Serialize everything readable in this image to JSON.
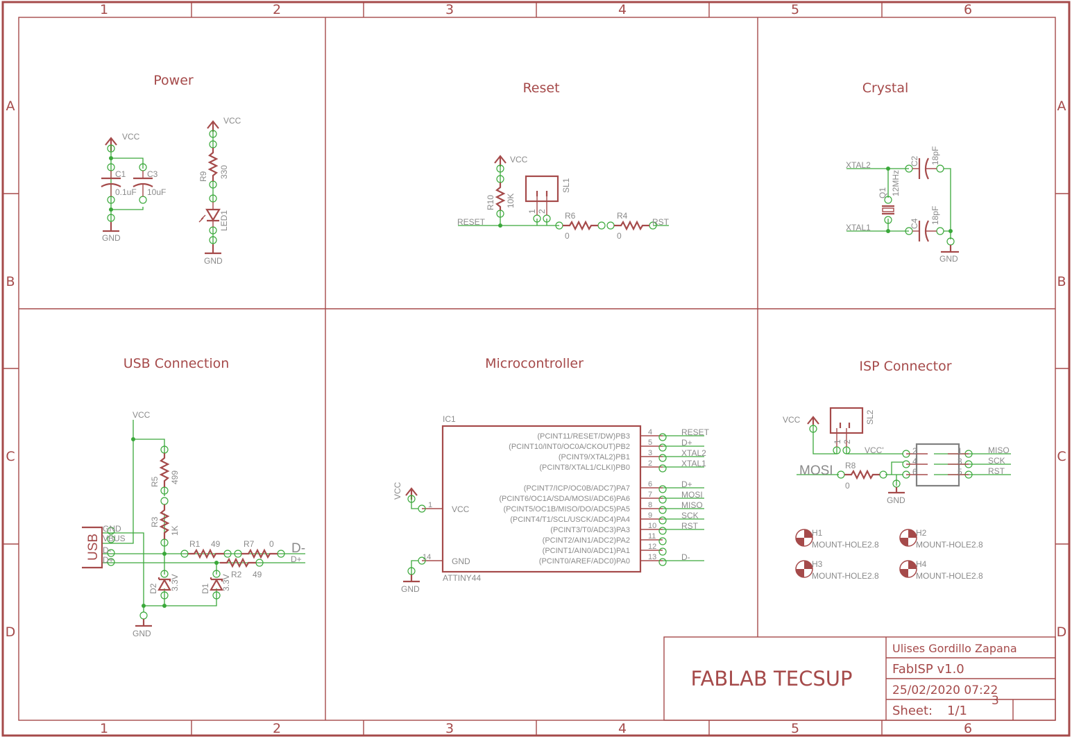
{
  "sheet": {
    "column_labels": [
      "1",
      "2",
      "3",
      "4",
      "5",
      "6"
    ],
    "row_labels": [
      "A",
      "B",
      "C",
      "D"
    ],
    "colors": {
      "frame": "#a54a4a",
      "wire": "#3aa83a",
      "label": "#8a8a8a",
      "connector_outline": "#808080"
    }
  },
  "sections": {
    "power": "Power",
    "reset": "Reset",
    "crystal": "Crystal",
    "usb": "USB Connection",
    "mcu": "Microcontroller",
    "isp": "ISP Connector"
  },
  "power": {
    "vcc_label": "VCC",
    "gnd_label": "GND",
    "c1": {
      "name": "C1",
      "value": "0.1uF"
    },
    "c3": {
      "name": "C3",
      "value": "10uF"
    },
    "r9": {
      "name": "R9",
      "value": "330"
    },
    "led1": {
      "name": "LED1"
    },
    "vcc2_label": "VCC",
    "gnd2_label": "GND"
  },
  "reset": {
    "vcc_label": "VCC",
    "r10": {
      "name": "R10",
      "value": "10K"
    },
    "sl1": {
      "name": "SL1",
      "pin1": "1",
      "pin2": "2"
    },
    "r6": {
      "name": "R6",
      "value": "0"
    },
    "r4": {
      "name": "R4",
      "value": "0"
    },
    "net_reset": "RESET",
    "net_rst": "RST"
  },
  "crystal": {
    "net_xtal2": "XTAL2",
    "net_xtal1": "XTAL1",
    "c2": {
      "name": "C2",
      "value": "18pF"
    },
    "c4": {
      "name": "C4",
      "value": "18pF"
    },
    "q1": {
      "name": "Q1",
      "value": "12MHz"
    },
    "gnd_label": "GND"
  },
  "usb": {
    "vcc_label": "VCC",
    "gnd_label": "GND",
    "connector": "USB",
    "pins": [
      "GND",
      "VBUS",
      "D-",
      "D+"
    ],
    "r5": {
      "name": "R5",
      "value": "499"
    },
    "r3": {
      "name": "R3",
      "value": "1K"
    },
    "r1": {
      "name": "R1",
      "value": "49"
    },
    "r7": {
      "name": "R7",
      "value": "0"
    },
    "r2": {
      "name": "R2",
      "value": "49"
    },
    "d1": {
      "name": "D1",
      "value": "3.3V"
    },
    "d2": {
      "name": "D2",
      "value": "3.3V"
    },
    "net_dminus": "D-",
    "net_dplus": "D+"
  },
  "mcu": {
    "ref": "IC1",
    "part": "ATTINY44",
    "vcc_pin": {
      "num": "1",
      "name": "VCC"
    },
    "gnd_pin": {
      "num": "14",
      "name": "GND"
    },
    "vcc_label": "VCC",
    "gnd_label": "GND",
    "pins": [
      {
        "func": "(PCINT11/RESET/DW)PB3",
        "num": "4",
        "net": "RESET"
      },
      {
        "func": "(PCINT10/INT0/OC0A/CKOUT)PB2",
        "num": "5",
        "net": "D+"
      },
      {
        "func": "(PCINT9/XTAL2)PB1",
        "num": "3",
        "net": "XTAL2"
      },
      {
        "func": "(PCINT8/XTAL1/CLKI)PB0",
        "num": "2",
        "net": "XTAL1"
      },
      {
        "func": "(PCINT7/ICP/OC0B/ADC7)PA7",
        "num": "6",
        "net": "D+"
      },
      {
        "func": "(PCINT6/OC1A/SDA/MOSI/ADC6)PA6",
        "num": "7",
        "net": "MOSI"
      },
      {
        "func": "(PCINT5/OC1B/MISO/DO/ADC5)PA5",
        "num": "8",
        "net": "MISO"
      },
      {
        "func": "(PCINT4/T1/SCL/USCK/ADC4)PA4",
        "num": "9",
        "net": "SCK"
      },
      {
        "func": "(PCINT3/T0/ADC3)PA3",
        "num": "10",
        "net": "RST"
      },
      {
        "func": "(PCINT2/AIN1/ADC2)PA2",
        "num": "11",
        "net": ""
      },
      {
        "func": "(PCINT1/AIN0/ADC1)PA1",
        "num": "12",
        "net": ""
      },
      {
        "func": "(PCINT0/AREF/ADC0)PA0",
        "num": "13",
        "net": "D-"
      }
    ]
  },
  "isp": {
    "vcc_label": "VCC",
    "vccp_label": "VCC'",
    "gnd_label": "GND",
    "sl2": {
      "name": "SL2",
      "pin1": "1",
      "pin2": "2"
    },
    "r8": {
      "name": "R8",
      "value": "0"
    },
    "net_mosi": "MOSI",
    "header_left_pins": [
      "2",
      "4",
      "6"
    ],
    "header_right_pins": [
      "1",
      "3",
      "5"
    ],
    "right_nets": [
      "MISO",
      "SCK",
      "RST"
    ],
    "mount_holes": [
      {
        "name": "H1",
        "value": "MOUNT-HOLE2.8"
      },
      {
        "name": "H2",
        "value": "MOUNT-HOLE2.8"
      },
      {
        "name": "H3",
        "value": "MOUNT-HOLE2.8"
      },
      {
        "name": "H4",
        "value": "MOUNT-HOLE2.8"
      }
    ]
  },
  "title_block": {
    "company": "FABLAB TECSUP",
    "author": "Ulises Gordillo Zapana",
    "project": "FabISP v1.0",
    "date": "25/02/2020 07:22",
    "stray_digit": "3",
    "sheet_label": "Sheet:",
    "sheet_value": "1/1"
  }
}
